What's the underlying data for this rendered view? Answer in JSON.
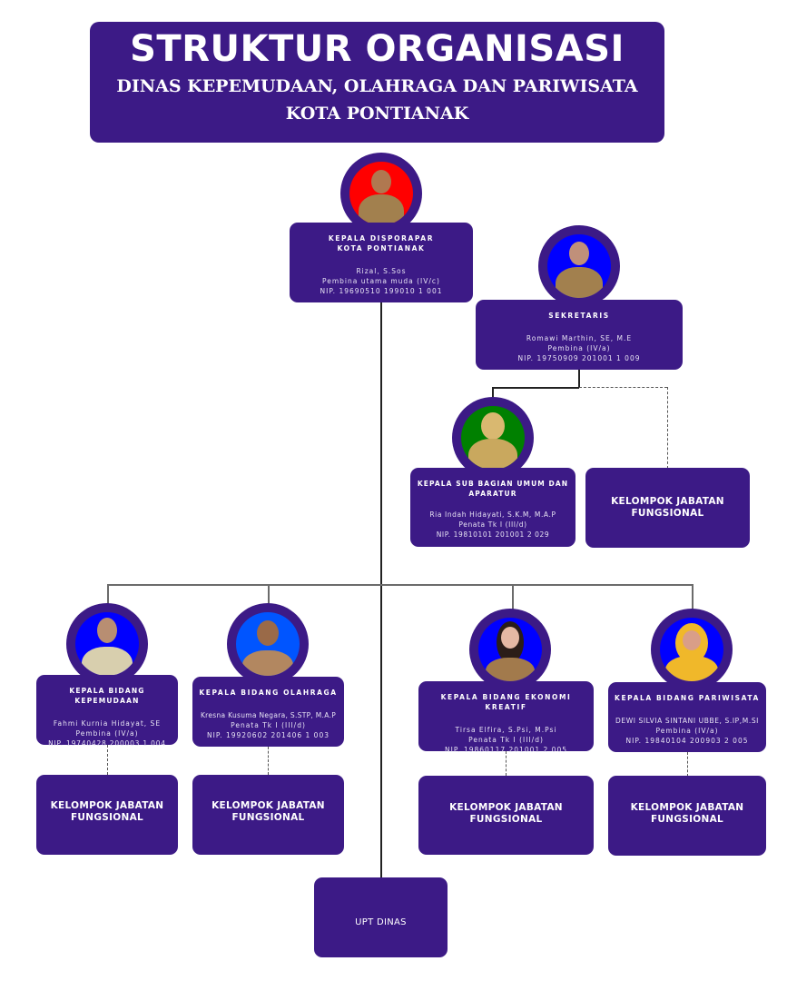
{
  "header": {
    "title": "STRUKTUR ORGANISASI",
    "subtitle_line1": "DINAS KEPEMUDAAN, OLAHRAGA DAN PARIWISATA",
    "subtitle_line2": "KOTA PONTIANAK"
  },
  "colors": {
    "box": "#3c1a86",
    "photo_red": "#ff0000",
    "photo_blue": "#0000ff",
    "photo_green": "#008000"
  },
  "kepala": {
    "title_line1": "KEPALA DISPORAPAR",
    "title_line2": "KOTA PONTIANAK",
    "name": "Rizal, S.Sos",
    "rank": "Pembina utama muda (IV/c)",
    "nip": "NIP. 19690510 199010 1 001"
  },
  "sekretaris": {
    "title": "SEKRETARIS",
    "name": "Romawi Marthin, SE, M.E",
    "rank": "Pembina (IV/a)",
    "nip": "NIP. 19750909 201001 1 009"
  },
  "subbagian": {
    "title_line1": "KEPALA SUB BAGIAN UMUM DAN",
    "title_line2": "APARATUR",
    "name": "Ria Indah Hidayati, S.K.M, M.A.P",
    "rank": "Penata Tk I (III/d)",
    "nip": "NIP. 19810101 201001 2 029"
  },
  "kjf_label_line1": "KELOMPOK JABATAN",
  "kjf_label_line2": "FUNGSIONAL",
  "bidang": [
    {
      "title": "KEPALA BIDANG KEPEMUDAAN",
      "name": "Fahmi Kurnia Hidayat, SE",
      "rank": "Pembina (IV/a)",
      "nip": "NIP. 19740428 200003 1 004"
    },
    {
      "title": "KEPALA BIDANG OLAHRAGA",
      "name": "Kresna Kusuma Negara, S.STP, M.A.P",
      "rank": "Penata Tk I (III/d)",
      "nip": "NIP. 19920602 201406 1 003"
    },
    {
      "title": "KEPALA BIDANG EKONOMI KREATIF",
      "name": "Tirsa Elfira, S.Psi, M.Psi",
      "rank": "Penata Tk I (III/d)",
      "nip": "NIP. 19860117 201001 2 005"
    },
    {
      "title": "KEPALA BIDANG PARIWISATA",
      "name": "DEWI SILVIA SINTANI UBBE, S.IP,M.SI",
      "rank": "Pembina (IV/a)",
      "nip": "NIP. 19840104 200903 2 005"
    }
  ],
  "upt": {
    "label": "UPT DINAS"
  }
}
